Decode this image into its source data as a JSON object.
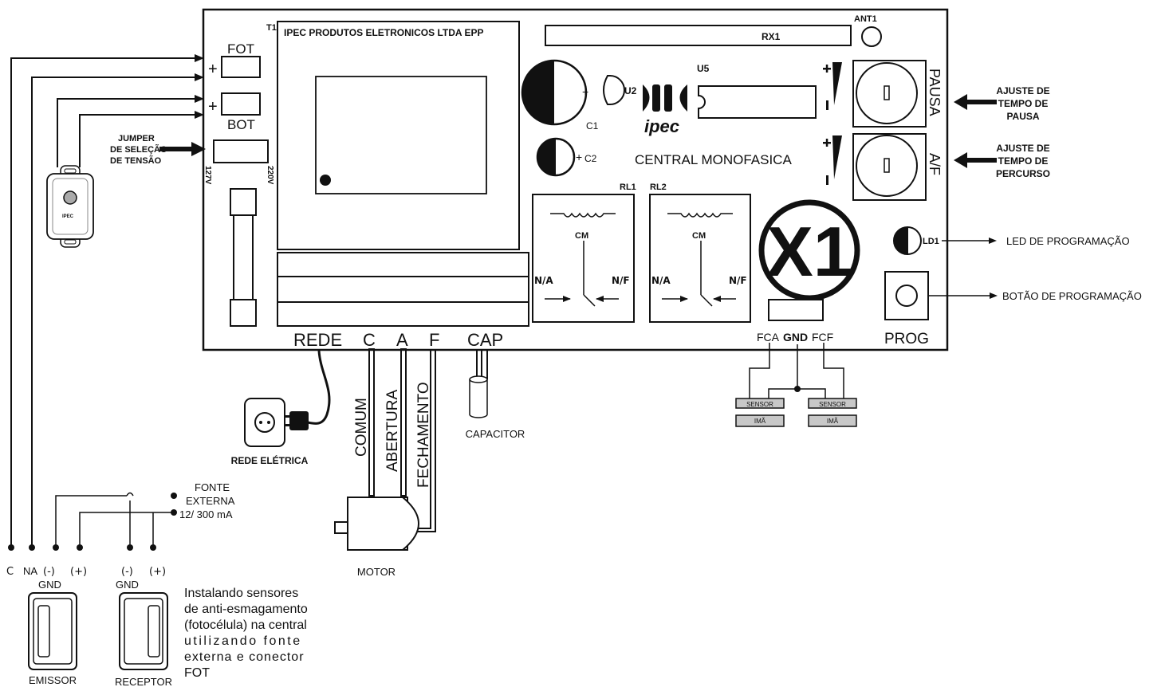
{
  "board": {
    "company": "IPEC PRODUTOS ELETRONICOS LTDA EPP",
    "model": "CENTRAL MONOFASICA",
    "brand": "ipec",
    "t1": "T1",
    "rx1": "RX1",
    "ant1": "ANT1",
    "u5": "U5",
    "u2": "U2",
    "c1": "C1",
    "c2": "C2",
    "rl1": "RL1",
    "rl2": "RL2",
    "x1": "X1",
    "ld1": "LD1",
    "prog": "PROG",
    "fot": "FOT",
    "bot": "BOT",
    "plus": "+",
    "v127": "127V",
    "v220": "220V",
    "pausa": "PAUSA",
    "af": "A/F",
    "cm": "CM",
    "na": "N/A",
    "nf": "N/F",
    "fca": "FCA",
    "gnd": "GND",
    "fcf": "FCF"
  },
  "terminals": {
    "rede": "REDE",
    "c": "C",
    "a": "A",
    "f": "F",
    "cap": "CAP"
  },
  "wires": {
    "comum": "COMUM",
    "abertura": "ABERTURA",
    "fechamento": "FECHAMENTO"
  },
  "devices": {
    "rede_eletrica": "REDE ELÉTRICA",
    "capacitor": "CAPACITOR",
    "motor": "MOTOR",
    "sensor": "SENSOR",
    "ima": "IMÃ",
    "remote_brand": "IPEC"
  },
  "annotations": {
    "jumper": [
      "JUMPER",
      "DE SELEÇÃO",
      "DE TENSÃO"
    ],
    "pausa": [
      "AJUSTE DE",
      "TEMPO DE",
      "PAUSA"
    ],
    "percurso": [
      "AJUSTE DE",
      "TEMPO DE",
      "PERCURSO"
    ],
    "led": "LED DE PROGRAMAÇÃO",
    "botao": "BOTÃO DE PROGRAMAÇÃO"
  },
  "photocell": {
    "c": "C",
    "na": "NA",
    "neg": "(-)",
    "pos": "(+)",
    "gnd": "GND",
    "fonte": [
      "FONTE",
      "EXTERNA",
      "12/ 300 mA"
    ],
    "emissor": "EMISSOR",
    "receptor": "RECEPTOR",
    "note": [
      "Instalando sensores",
      "de anti-esmagamento",
      "(fotocélula) na central",
      "utilizando fonte",
      "externa e conector",
      "FOT"
    ]
  }
}
